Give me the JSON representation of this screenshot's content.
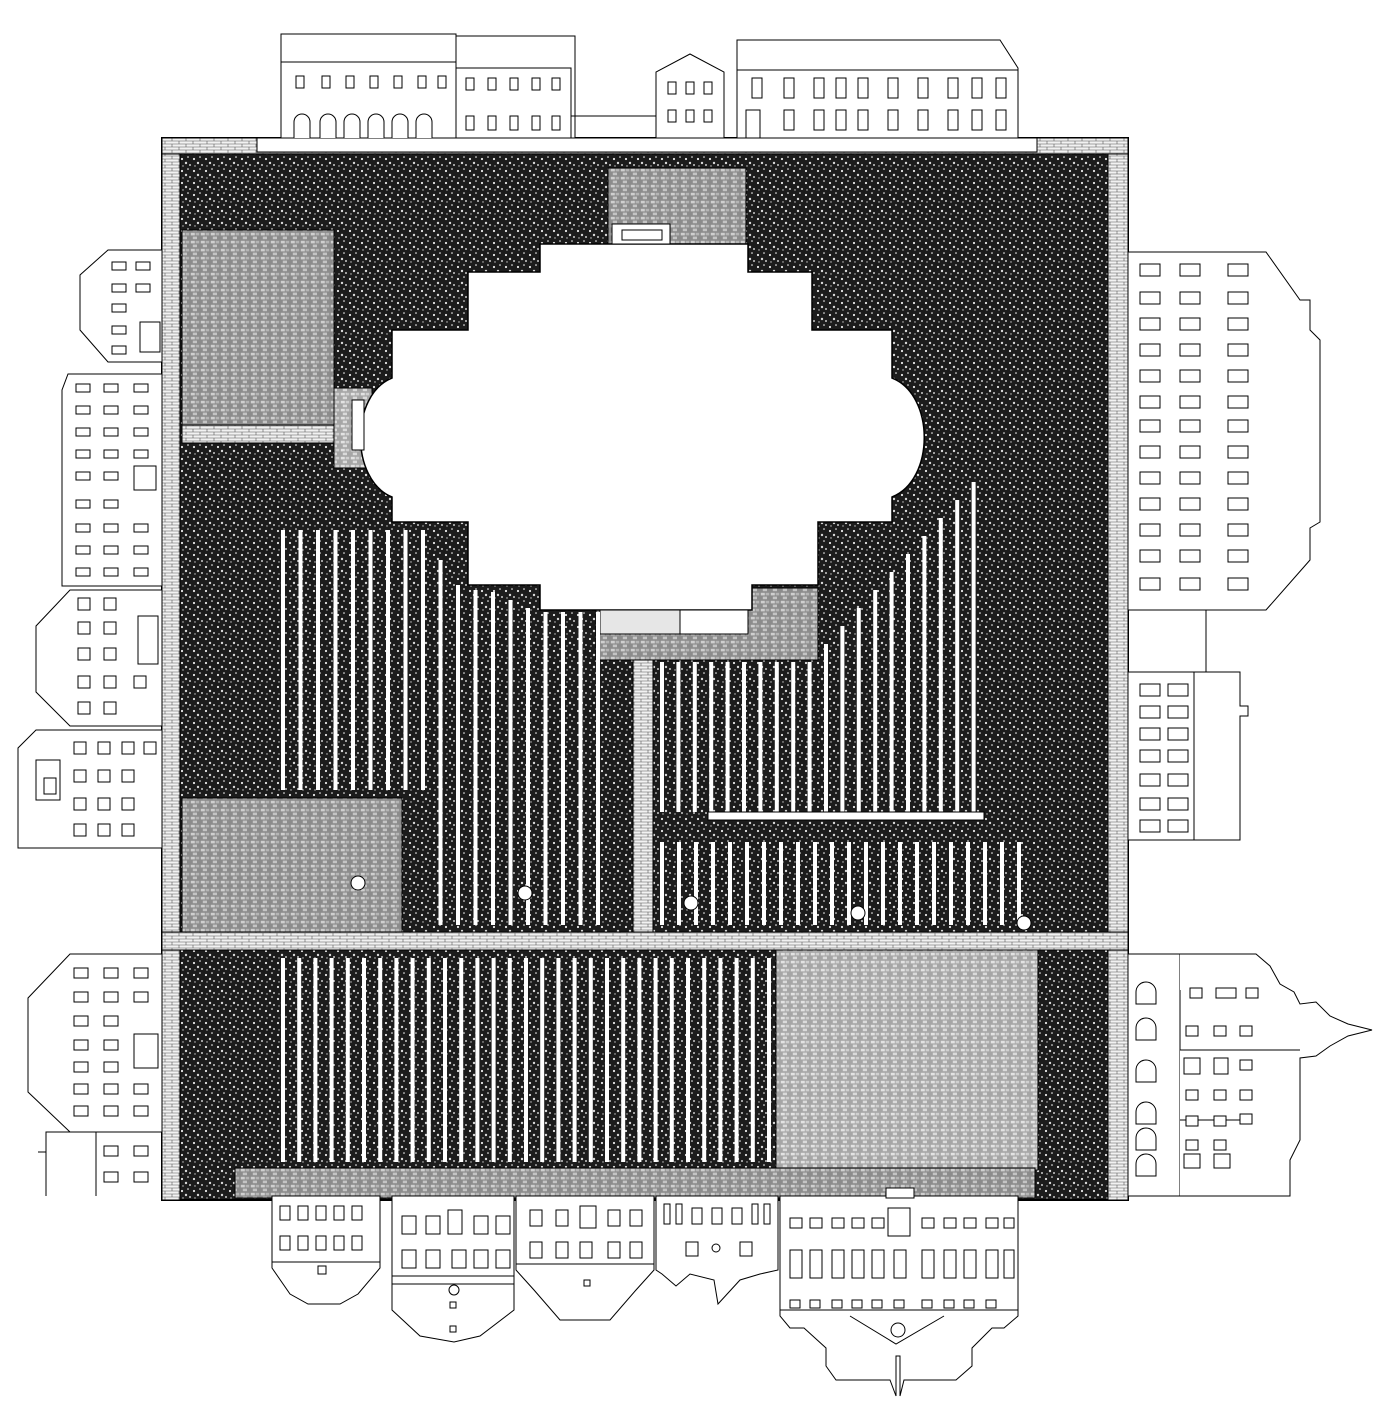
{
  "drawing": {
    "subject": "site-plan-square-with-folded-facades",
    "ink_color": "#000000",
    "paper_color": "#ffffff",
    "fills": {
      "dense_paving": "dark-speckled-texture",
      "cobblestone": "grey-cobble-texture",
      "brick_band": "light-brick-texture",
      "church_footprint": "white"
    },
    "tree_rows": {
      "upper_left_count": 19,
      "upper_right_count": 20,
      "lower_right_count": 22,
      "lower_left_count": 31
    },
    "markers": {
      "round_markers_count": 5
    },
    "facades": {
      "top_count": 4,
      "left_count": 6,
      "right_count": 3,
      "bottom_count": 5
    }
  }
}
